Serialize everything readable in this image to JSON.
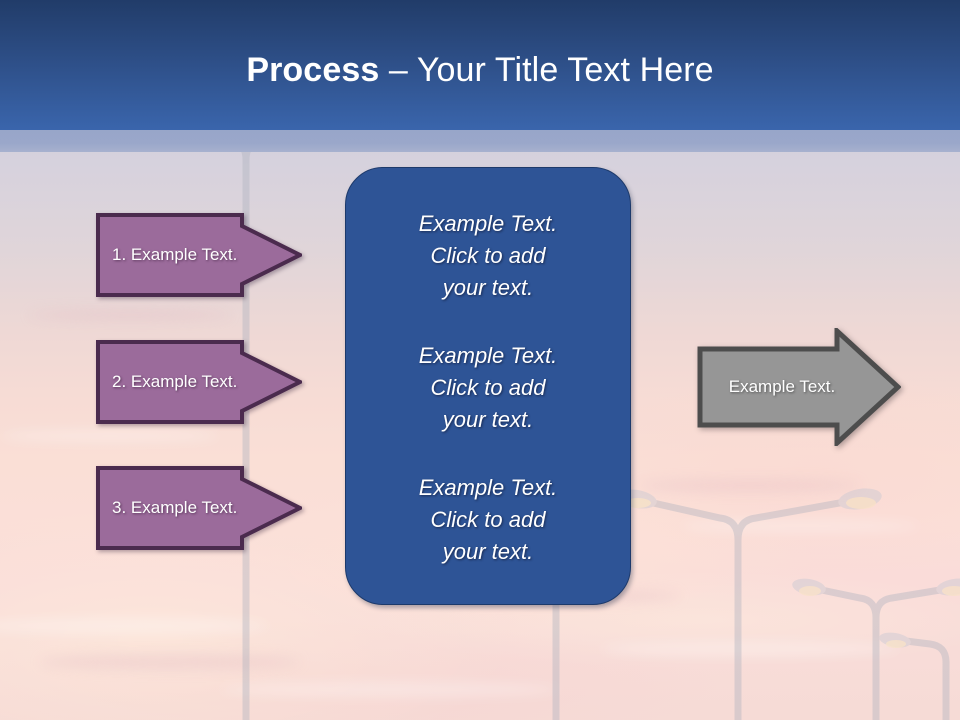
{
  "slide": {
    "title_bold": "Process",
    "title_rest": " – Your Title Text Here",
    "banner_color": "#2D4E86",
    "banner_strip_color": "#98A6C9"
  },
  "steps": {
    "accent_fill": "#9B6B9B",
    "accent_border": "#4B2B4E",
    "items": [
      {
        "label": "1. Example Text."
      },
      {
        "label": "2. Example Text."
      },
      {
        "label": "3. Example Text."
      }
    ]
  },
  "content_box": {
    "fill": "#2E5496",
    "blocks": [
      {
        "text": "Example Text.\nClick  to add\nyour text."
      },
      {
        "text": "Example Text.\nClick  to add\nyour text."
      },
      {
        "text": "Example Text.\nClick  to add\nyour text."
      }
    ]
  },
  "result": {
    "label": "Example Text.",
    "fill": "#969696",
    "border": "#4D4D4D"
  }
}
